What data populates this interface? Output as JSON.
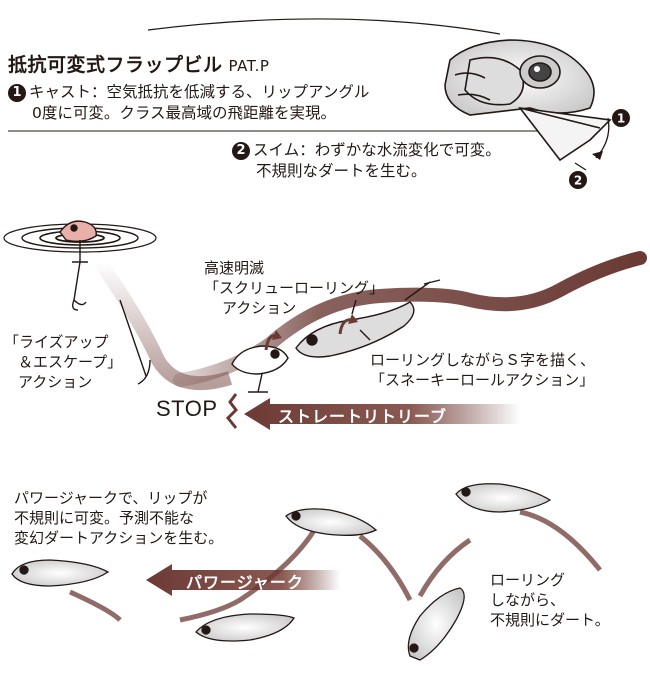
{
  "header": {
    "title": "抵抗可変式フラップビル",
    "patent": "PAT.P"
  },
  "features": [
    {
      "num": "1",
      "lines": [
        "キャスト：空気抵抗を低減する、リップアングル",
        "0度に可変。クラス最高域の飛距離を実現。"
      ]
    },
    {
      "num": "2",
      "lines": [
        "スイム：わずかな水流変化で可変。",
        "不規則なダートを生む。"
      ]
    }
  ],
  "lip_markers": {
    "marker1": "1",
    "marker2": "2"
  },
  "middle": {
    "rise_escape": [
      "「ライズアップ",
      "＆エスケープ」",
      "アクション"
    ],
    "screw_roll": [
      "高速明滅",
      "「スクリューローリング」",
      "アクション"
    ],
    "snake_roll": [
      "ローリングしながらＳ字を描く、",
      "「スネーキーロールアクション」"
    ],
    "stop_label": "STOP",
    "straight_retrieve_label": "ストレートリトリーブ"
  },
  "bottom": {
    "power_jerk_desc": [
      "パワージャークで、リップが",
      "不規則に可変。予測不能な",
      "変幻ダートアクションを生む。"
    ],
    "power_jerk_label": "パワージャーク",
    "rolling_dart": [
      "ローリング",
      "しながら、",
      "不規則にダート。"
    ]
  },
  "colors": {
    "ink": "#231815",
    "brown": "#6b3a35",
    "light_brown": "#b49a92"
  }
}
